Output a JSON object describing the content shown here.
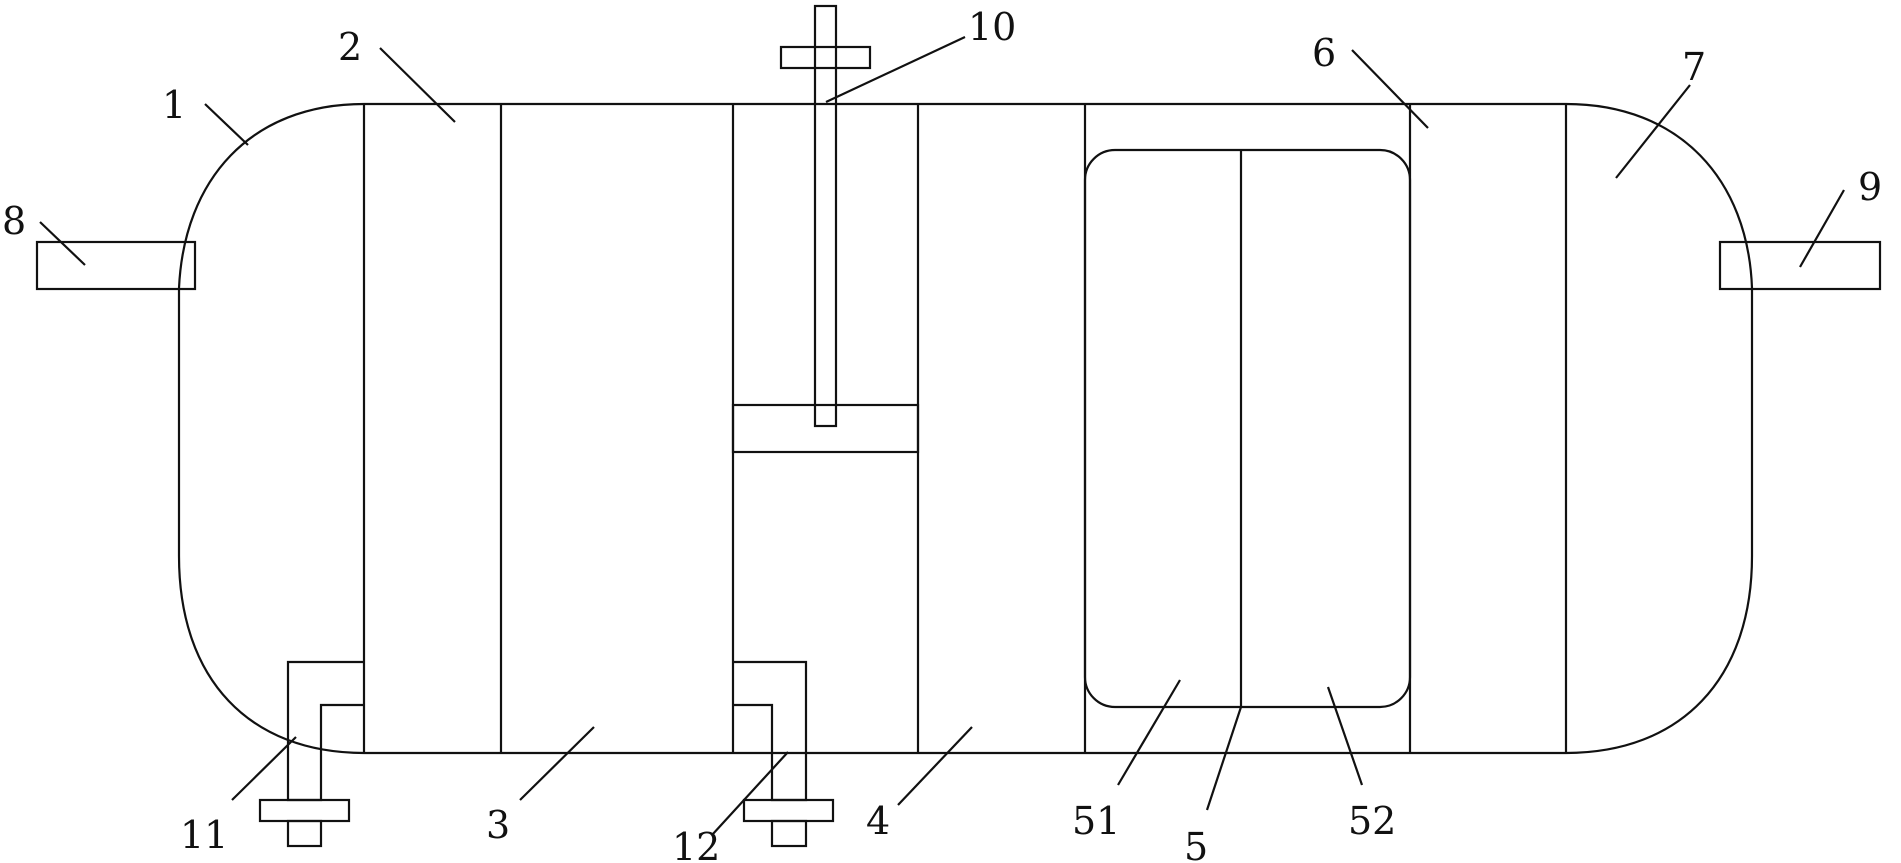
{
  "diagram": {
    "labels": {
      "l1": "1",
      "l2": "2",
      "l3": "3",
      "l4": "4",
      "l5": "5",
      "l51": "51",
      "l52": "52",
      "l6": "6",
      "l7": "7",
      "l8": "8",
      "l9": "9",
      "l10": "10",
      "l11": "11",
      "l12": "12"
    },
    "colors": {
      "stroke": "#111111",
      "background": "#ffffff"
    }
  }
}
